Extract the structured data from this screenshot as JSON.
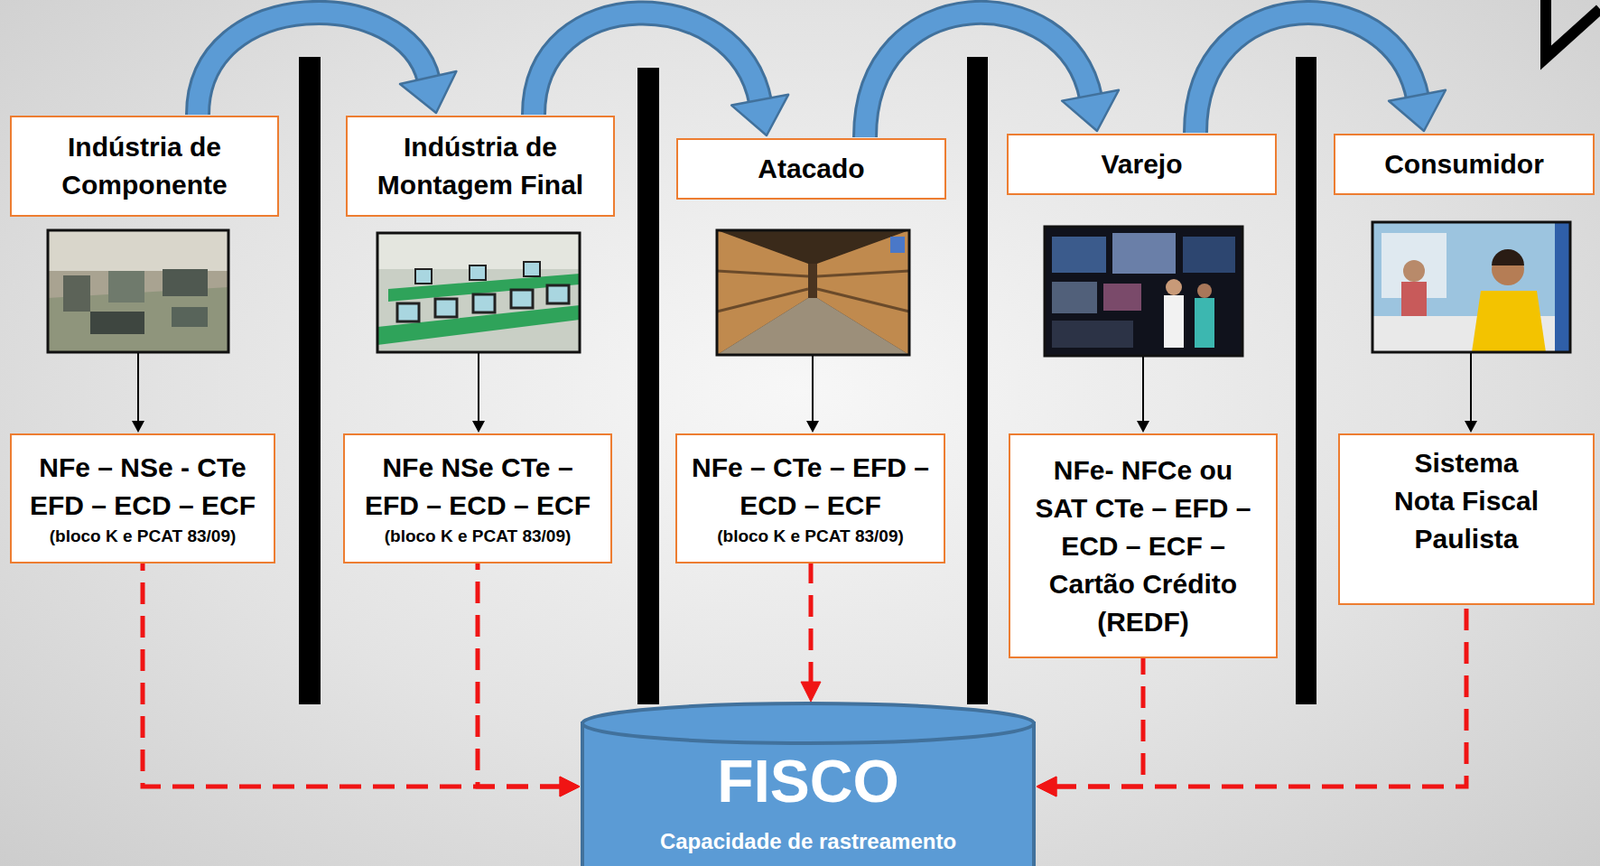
{
  "diagram": {
    "nodes": [
      {
        "text": [
          "Indústria de Componente"
        ]
      },
      {
        "text": [
          "Indústria de Montagem Final"
        ]
      },
      {
        "text": [
          "Atacado"
        ]
      },
      {
        "text": [
          "Varejo"
        ]
      },
      {
        "text": [
          "Consumidor"
        ]
      },
      {
        "text": [
          "NFe – NSe - CTe EFD – ECD – ECF",
          "(bloco K e PCAT 83/09)"
        ]
      },
      {
        "text": [
          "NFe NSe CTe – EFD – ECD – ECF",
          "(bloco K e PCAT 83/09)"
        ]
      },
      {
        "text": [
          "NFe – CTe – EFD – ECD – ECF",
          "(bloco K e PCAT 83/09)"
        ]
      },
      {
        "text": [
          "NFe- NFCe ou SAT CTe – EFD – ECD – ECF – Cartão Crédito (REDF)"
        ]
      },
      {
        "text": [
          "Sistema Nota Fiscal Paulista"
        ]
      },
      {
        "text": [
          "FISCO",
          "Capacidade de rastreamento"
        ]
      }
    ],
    "edges": [
      {
        "from": 0,
        "to": 1,
        "arrow": "to"
      },
      {
        "from": 1,
        "to": 2,
        "arrow": "to"
      },
      {
        "from": 2,
        "to": 3,
        "arrow": "to"
      },
      {
        "from": 3,
        "to": 4,
        "arrow": "to"
      },
      {
        "from": 5,
        "to": 10,
        "arrow": "to"
      },
      {
        "from": 6,
        "to": 10,
        "arrow": "to"
      },
      {
        "from": 7,
        "to": 10,
        "arrow": "to"
      },
      {
        "from": 8,
        "to": 10,
        "arrow": "to"
      },
      {
        "from": 9,
        "to": 10,
        "arrow": "to"
      }
    ]
  }
}
